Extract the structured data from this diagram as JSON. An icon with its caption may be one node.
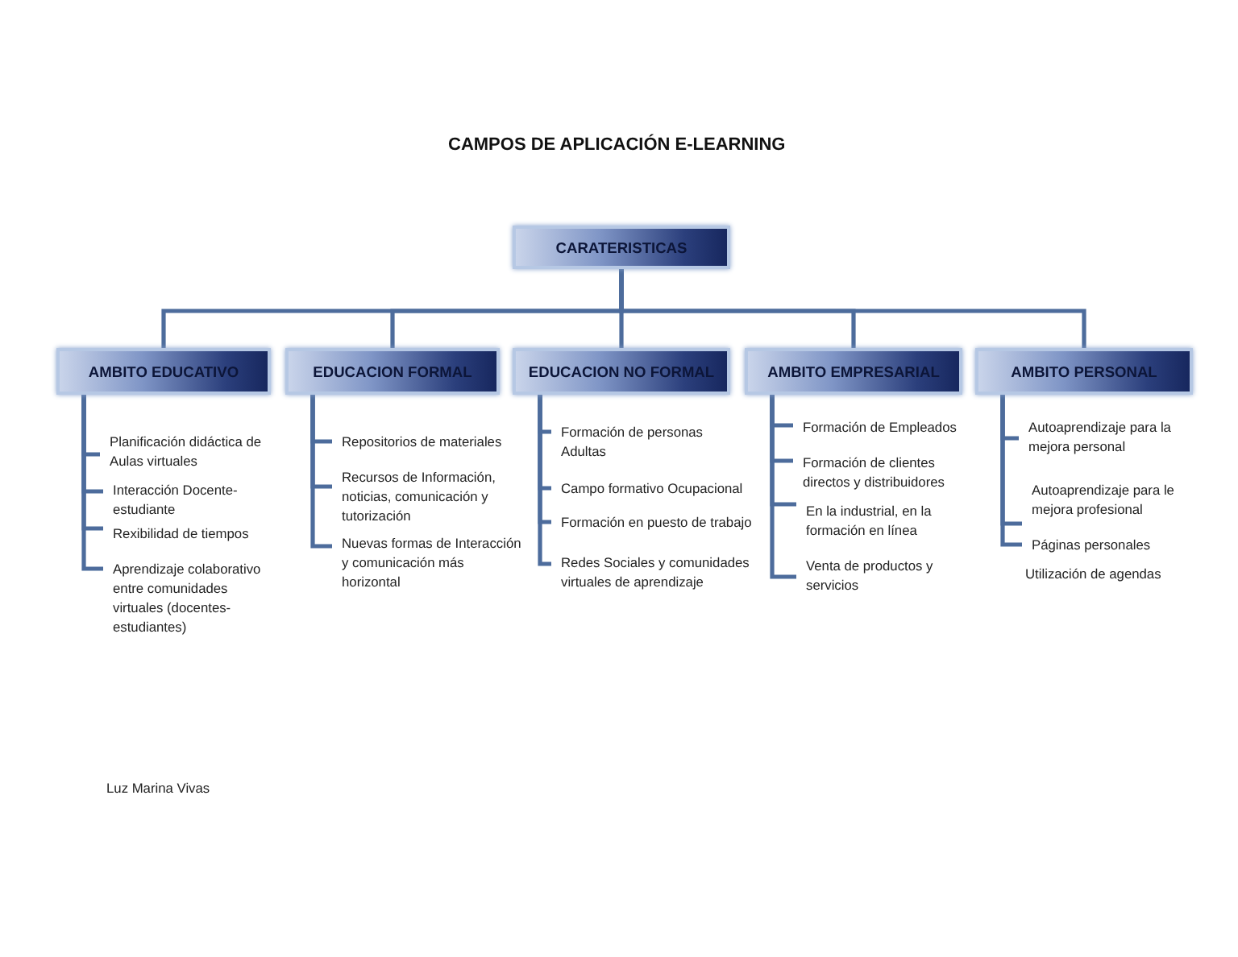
{
  "diagram": {
    "title": "CAMPOS DE APLICACIÓN E-LEARNING",
    "nodes": [
      {
        "text": [
          "CARATERISTICAS"
        ]
      },
      {
        "text": [
          "AMBITO EDUCATIVO"
        ]
      },
      {
        "text": [
          "Planificación didáctica de Aulas virtuales"
        ]
      },
      {
        "text": [
          "Interacción Docente-estudiante"
        ]
      },
      {
        "text": [
          "Rexibilidad de tiempos"
        ]
      },
      {
        "text": [
          "Aprendizaje colaborativo entre comunidades virtuales (docentes-estudiantes)"
        ]
      },
      {
        "text": [
          "EDUCACION FORMAL"
        ]
      },
      {
        "text": [
          "Repositorios de materiales"
        ]
      },
      {
        "text": [
          "Recursos de Información, noticias, comunicación y tutorización"
        ]
      },
      {
        "text": [
          "Nuevas formas de Interacción y comunicación más horizontal"
        ]
      },
      {
        "text": [
          "EDUCACION NO FORMAL"
        ]
      },
      {
        "text": [
          "Formación de personas Adultas"
        ]
      },
      {
        "text": [
          "Campo formativo Ocupacional"
        ]
      },
      {
        "text": [
          "Formación en puesto de trabajo"
        ]
      },
      {
        "text": [
          "Redes Sociales y comunidades virtuales de aprendizaje"
        ]
      },
      {
        "text": [
          "AMBITO EMPRESARIAL"
        ]
      },
      {
        "text": [
          "Formación de Empleados"
        ]
      },
      {
        "text": [
          "Formación de clientes directos y distribuidores"
        ]
      },
      {
        "text": [
          "En la industrial, en la formación en línea"
        ]
      },
      {
        "text": [
          "Venta de productos y servicios"
        ]
      },
      {
        "text": [
          "AMBITO PERSONAL"
        ]
      },
      {
        "text": [
          "Autoaprendizaje para la mejora personal"
        ]
      },
      {
        "text": [
          "Autoaprendizaje para le mejora profesional"
        ]
      },
      {
        "text": [
          "Páginas personales"
        ]
      }
    ],
    "edges": [
      {
        "from": 0,
        "to": 1,
        "arrow": "none"
      },
      {
        "from": 0,
        "to": 6,
        "arrow": "none"
      },
      {
        "from": 0,
        "to": 10,
        "arrow": "none"
      },
      {
        "from": 0,
        "to": 15,
        "arrow": "none"
      },
      {
        "from": 0,
        "to": 20,
        "arrow": "none"
      },
      {
        "from": 1,
        "to": 2,
        "arrow": "none"
      },
      {
        "from": 1,
        "to": 3,
        "arrow": "none"
      },
      {
        "from": 1,
        "to": 4,
        "arrow": "none"
      },
      {
        "from": 1,
        "to": 5,
        "arrow": "none"
      },
      {
        "from": 6,
        "to": 7,
        "arrow": "none"
      },
      {
        "from": 6,
        "to": 8,
        "arrow": "none"
      },
      {
        "from": 6,
        "to": 9,
        "arrow": "none"
      },
      {
        "from": 10,
        "to": 11,
        "arrow": "none"
      },
      {
        "from": 10,
        "to": 12,
        "arrow": "none"
      },
      {
        "from": 10,
        "to": 13,
        "arrow": "none"
      },
      {
        "from": 10,
        "to": 14,
        "arrow": "none"
      },
      {
        "from": 15,
        "to": 16,
        "arrow": "none"
      },
      {
        "from": 15,
        "to": 17,
        "arrow": "none"
      },
      {
        "from": 15,
        "to": 18,
        "arrow": "none"
      },
      {
        "from": 15,
        "to": 19,
        "arrow": "none"
      },
      {
        "from": 20,
        "to": 21,
        "arrow": "none"
      },
      {
        "from": 20,
        "to": 22,
        "arrow": "none"
      },
      {
        "from": 20,
        "to": 23,
        "arrow": "none"
      }
    ],
    "labels": [
      "Utilización de agendas",
      "Luz Marina Vivas"
    ]
  }
}
